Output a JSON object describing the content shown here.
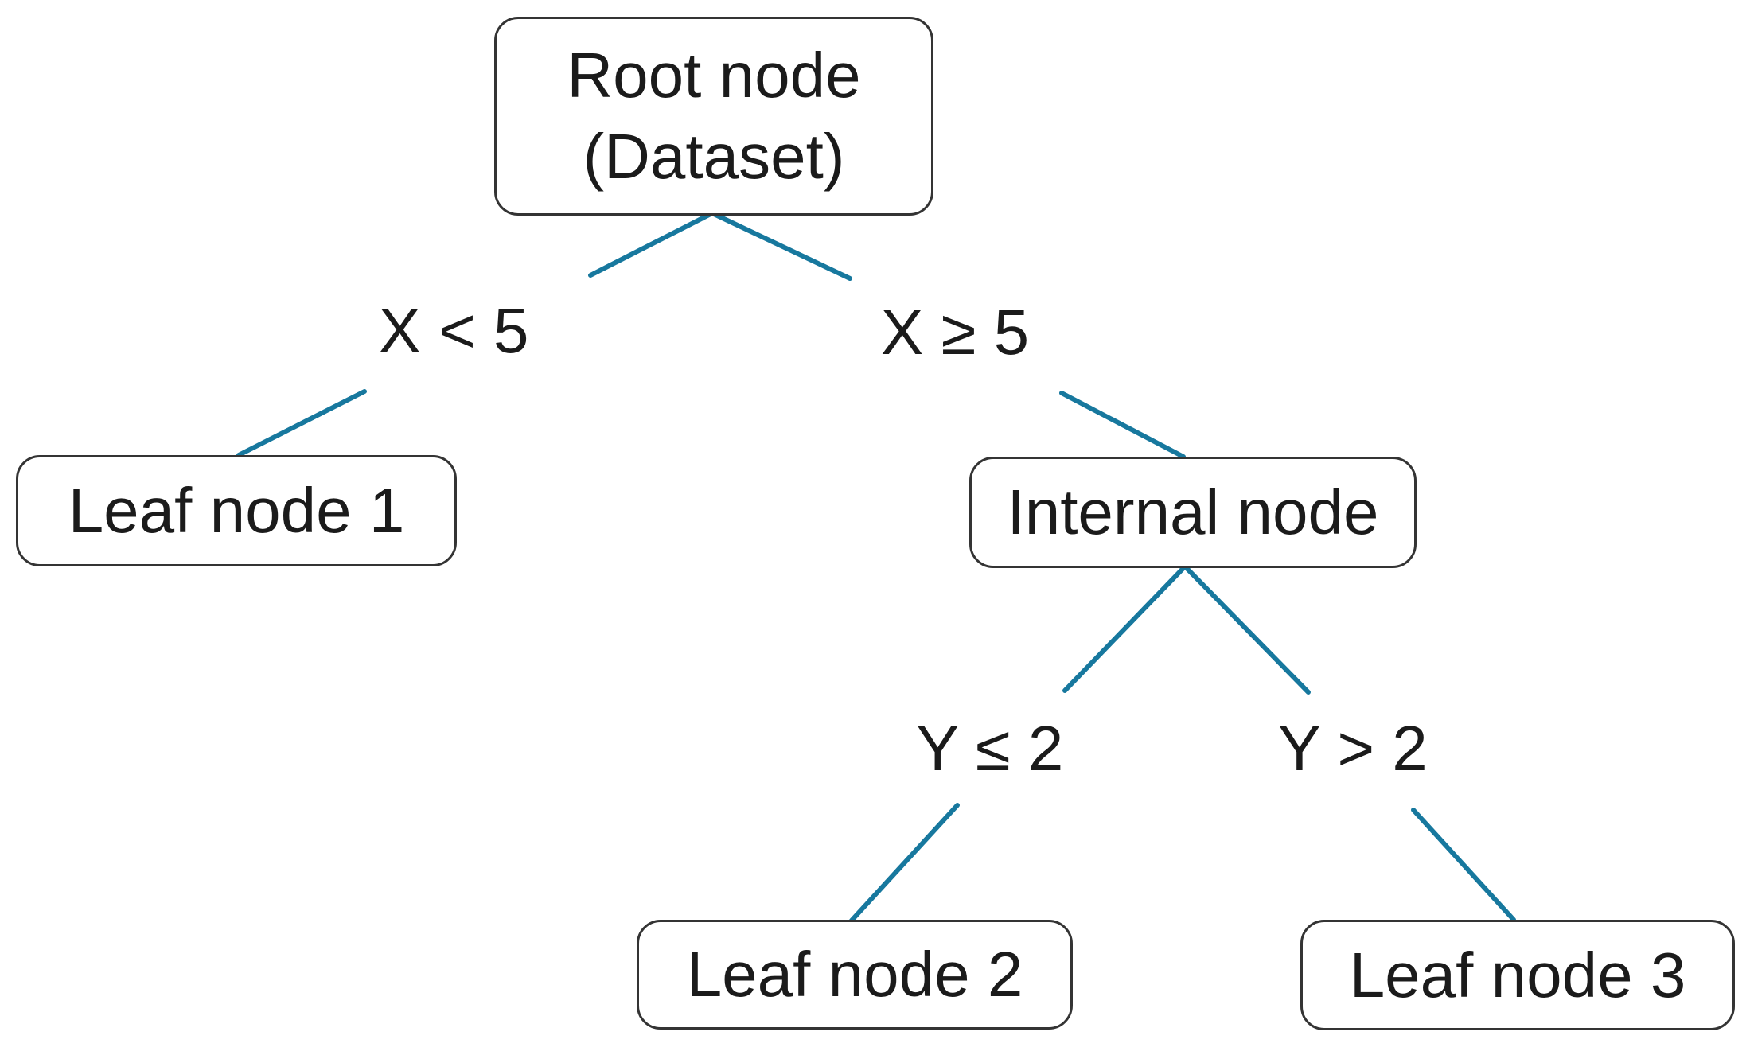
{
  "diagram": {
    "type": "decision-tree",
    "colors": {
      "background": "#ffffff",
      "edge_line": "#17789E",
      "node_border": "#343434",
      "node_fill": "#ffffff",
      "text": "#1b1b1b"
    },
    "nodes": {
      "root": {
        "line1": "Root node",
        "line2": "(Dataset)"
      },
      "leaf1": {
        "label": "Leaf node 1"
      },
      "internal": {
        "label": "Internal node"
      },
      "leaf2": {
        "label": "Leaf node 2"
      },
      "leaf3": {
        "label": "Leaf node 3"
      }
    },
    "edge_labels": {
      "root_left": "X < 5",
      "root_right": "X ≥ 5",
      "internal_left": "Y ≤ 2",
      "internal_right": "Y > 2"
    },
    "structure": [
      {
        "from": "Root node (Dataset)",
        "condition": "X < 5",
        "to": "Leaf node 1"
      },
      {
        "from": "Root node (Dataset)",
        "condition": "X ≥ 5",
        "to": "Internal node"
      },
      {
        "from": "Internal node",
        "condition": "Y ≤ 2",
        "to": "Leaf node 2"
      },
      {
        "from": "Internal node",
        "condition": "Y > 2",
        "to": "Leaf node 3"
      }
    ]
  }
}
